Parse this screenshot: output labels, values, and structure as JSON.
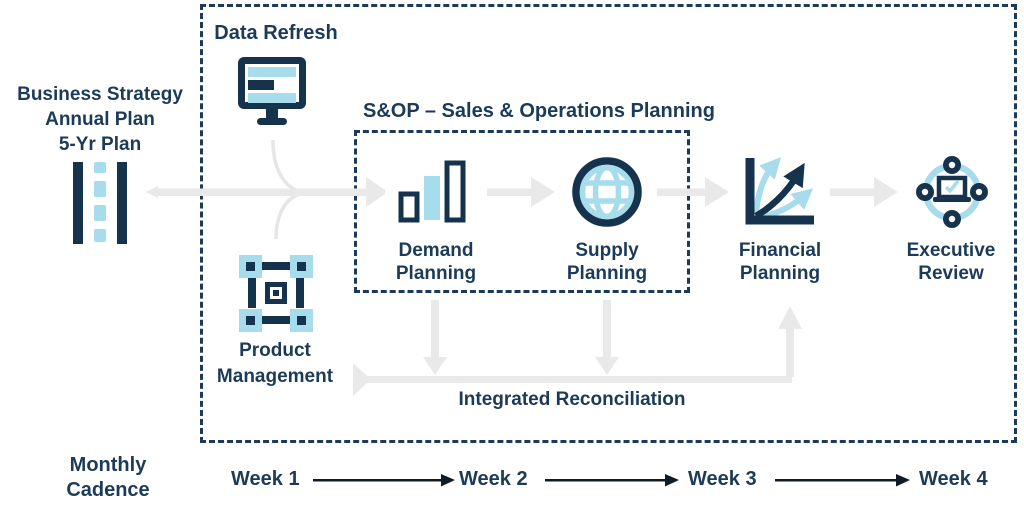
{
  "colors": {
    "navy": "#1C3B58",
    "icon_navy": "#16334E",
    "light_blue": "#A7DCEC",
    "flow_arrow_gray": "#E9E9E9",
    "week_arrow_dark": "#101B26",
    "box_white": "#FFFFFF"
  },
  "left_panel": {
    "strategy_lines": [
      "Business Strategy",
      "Annual Plan",
      "5-Yr Plan"
    ]
  },
  "process": {
    "data_refresh_label": "Data Refresh",
    "sop_title": "S&OP – Sales & Operations Planning",
    "product_management": {
      "line1": "Product",
      "line2": "Management"
    },
    "integrated_reconciliation_label": "Integrated Reconciliation",
    "stages": [
      {
        "line1": "Demand",
        "line2": "Planning"
      },
      {
        "line1": "Supply",
        "line2": "Planning"
      },
      {
        "line1": "Financial",
        "line2": "Planning"
      },
      {
        "line1": "Executive",
        "line2": "Review"
      }
    ]
  },
  "timeline": {
    "cadence": {
      "line1": "Monthly",
      "line2": "Cadence"
    },
    "weeks": [
      "Week 1",
      "Week 2",
      "Week 3",
      "Week 4"
    ]
  }
}
